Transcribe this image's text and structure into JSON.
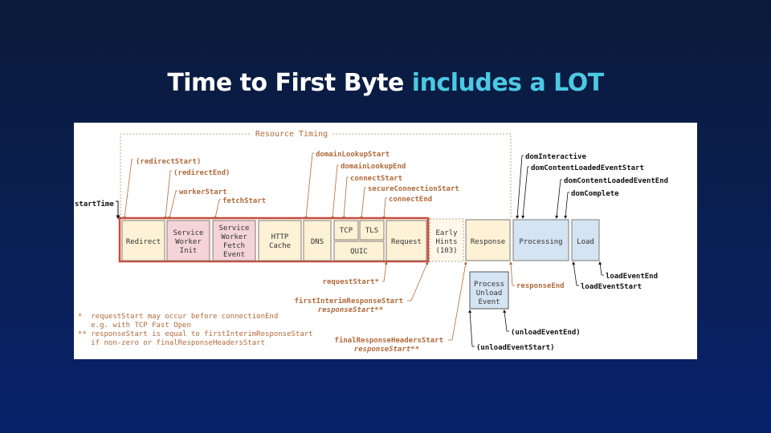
{
  "title": {
    "main": "Time to First Byte",
    "accent": "includes a LOT",
    "accent_color": "#4cc9e4"
  },
  "diagram": {
    "group_label": "Resource Timing",
    "start_label": "startTime",
    "phases": [
      {
        "id": "redirect",
        "lines": [
          "Redirect"
        ],
        "color": "#fdf1d6"
      },
      {
        "id": "sw-init",
        "lines": [
          "Service",
          "Worker",
          "Init"
        ],
        "color": "#f4d4d8"
      },
      {
        "id": "sw-fetch",
        "lines": [
          "Service",
          "Worker",
          "Fetch",
          "Event"
        ],
        "color": "#f4d4d8"
      },
      {
        "id": "http-cache",
        "lines": [
          "HTTP",
          "Cache"
        ],
        "color": "#fdf1d6"
      },
      {
        "id": "dns",
        "lines": [
          "DNS"
        ],
        "color": "#fdf1d6"
      },
      {
        "id": "tcp",
        "lines": [
          "TCP"
        ],
        "color": "#fdf1d6"
      },
      {
        "id": "tls",
        "lines": [
          "TLS"
        ],
        "color": "#fdf1d6"
      },
      {
        "id": "quic",
        "lines": [
          "QUIC"
        ],
        "color": "#fdf1d6"
      },
      {
        "id": "request",
        "lines": [
          "Request"
        ],
        "color": "#fdf1d6"
      },
      {
        "id": "early-hints",
        "lines": [
          "Early",
          "Hints",
          "(103)"
        ],
        "color": "#fdf8ea"
      },
      {
        "id": "response",
        "lines": [
          "Response"
        ],
        "color": "#fdf1d6"
      },
      {
        "id": "processing",
        "lines": [
          "Processing"
        ],
        "color": "#d5e4f2"
      },
      {
        "id": "load",
        "lines": [
          "Load"
        ],
        "color": "#d5e4f2"
      },
      {
        "id": "unload",
        "lines": [
          "Process",
          "Unload",
          "Event"
        ],
        "color": "#d5e4f2"
      }
    ],
    "top_markers": [
      "(redirectStart)",
      "(redirectEnd)",
      "workerStart",
      "fetchStart",
      "domainLookupStart",
      "domainLookupEnd",
      "connectStart",
      "secureConnectionStart",
      "connectEnd",
      "domInteractive",
      "domContentLoadedEventStart",
      "domContentLoadedEventEnd",
      "domComplete"
    ],
    "bottom_markers": {
      "request_start": "requestStart*",
      "first_interim": "firstInterimResponseStart",
      "first_interim_alias": "responseStart**",
      "final_headers": "finalResponseHeadersStart",
      "final_headers_alias": "responseStart**",
      "response_end": "responseEnd",
      "load_event_end": "loadEventEnd",
      "load_event_start": "loadEventStart",
      "unload_event_end": "(unloadEventEnd)",
      "unload_event_start": "(unloadEventStart)"
    },
    "footnotes": [
      "*  requestStart may occur before connectionEnd",
      "   e.g. with TCP Fast Open",
      "** responseStart is equal to firstInterimResponseStart",
      "   if non-zero or finalResponseHeadersStart"
    ],
    "colors": {
      "ttfb_border": "#c94a3c",
      "orange_text": "#b06a3a",
      "blue_box": "#d5e4f2",
      "yellow_box": "#fdf1d6",
      "pink_box": "#f4d4d8"
    }
  }
}
